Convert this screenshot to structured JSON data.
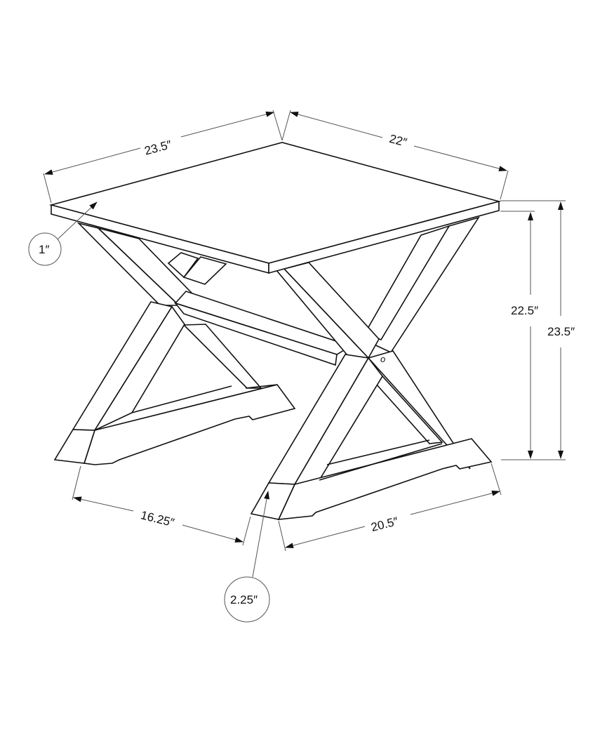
{
  "diagram": {
    "subject": "X-base end table",
    "line_color": "#111111",
    "dimension_line_color": "#555555",
    "background": "#ffffff"
  },
  "dimensions": {
    "top_width": {
      "label": "23.5″"
    },
    "top_depth": {
      "label": "22″"
    },
    "top_thickness": {
      "label": "1″"
    },
    "under_top_height": {
      "label": "22.5″"
    },
    "overall_height": {
      "label": "23.5″"
    },
    "base_spacing": {
      "label": "16.25″"
    },
    "base_length": {
      "label": "20.5″"
    },
    "foot_thickness": {
      "label": "2.25″"
    }
  },
  "annotations": {
    "bolt_mark": "o"
  }
}
